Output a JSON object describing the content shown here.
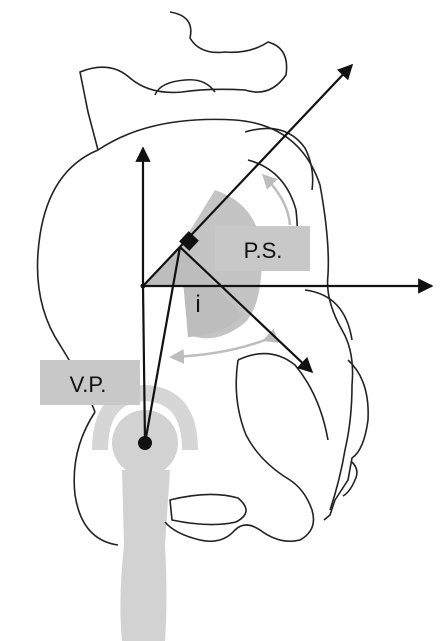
{
  "labels": {
    "pelvic_slope": "P.S.",
    "vertical_plane": "V.P.",
    "incidence": "i"
  },
  "colors": {
    "outline": "#222222",
    "arrow": "#111111",
    "label_box": "#c8c8c8",
    "angle_fill": "#b8b8b8",
    "femur": "#d2d2d2",
    "rotation_arrows": "#bdbdbd"
  },
  "icons": {
    "right_angle_marker": "filled-diamond-square",
    "hip_center": "filled-circle"
  }
}
